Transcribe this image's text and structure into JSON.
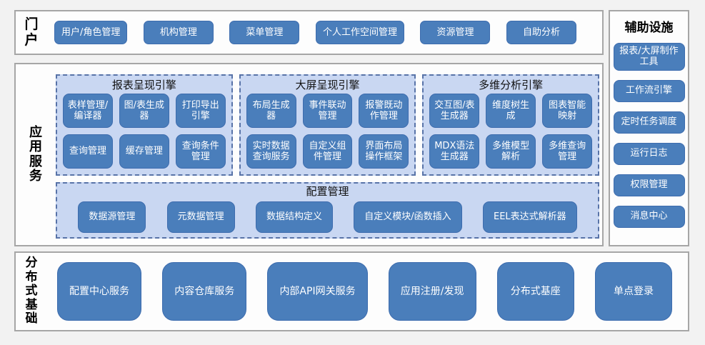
{
  "colors": {
    "page_bg": "#f2f2f2",
    "panel_bg": "#fdfdfd",
    "panel_border": "#a6a6a6",
    "group_bg": "#c9d7f2",
    "group_dashed_border": "#5873a8",
    "button_bg": "#4a7ebb",
    "button_text": "#ffffff",
    "label_text": "#000000"
  },
  "portal": {
    "label": "门户",
    "buttons": [
      "用户/角色管理",
      "机构管理",
      "菜单管理",
      "个人工作空间管理",
      "资源管理",
      "自助分析"
    ]
  },
  "app_services": {
    "label": "应用服务",
    "engines": [
      {
        "title": "报表呈现引擎",
        "buttons": [
          "表样管理/编译器",
          "图/表生成器",
          "打印导出引擎",
          "查询管理",
          "缓存管理",
          "查询条件管理"
        ]
      },
      {
        "title": "大屏呈现引擎",
        "buttons": [
          "布局生成器",
          "事件联动管理",
          "报警既动作管理",
          "实时数据查询服务",
          "自定义组件管理",
          "界面布局操作框架"
        ]
      },
      {
        "title": "多维分析引擎",
        "buttons": [
          "交互图/表生成器",
          "维度树生成",
          "图表智能映射",
          "MDX语法生成器",
          "多维模型解析",
          "多维查询管理"
        ]
      }
    ],
    "config": {
      "title": "配置管理",
      "buttons": [
        "数据源管理",
        "元数据管理",
        "数据结构定义",
        "自定义模块/函数插入",
        "EEL表达式解析器"
      ]
    }
  },
  "auxiliary": {
    "title": "辅助设施",
    "buttons": [
      "报表/大屏制作工具",
      "工作流引擎",
      "定时任务调度",
      "运行日志",
      "权限管理",
      "消息中心"
    ]
  },
  "distributed": {
    "label": "分布式基础",
    "buttons": [
      "配置中心服务",
      "内容仓库服务",
      "内部API网关服务",
      "应用注册/发现",
      "分布式基座",
      "单点登录"
    ]
  }
}
